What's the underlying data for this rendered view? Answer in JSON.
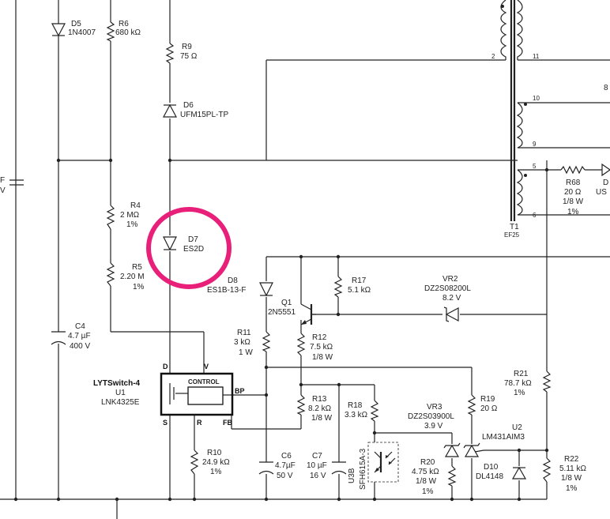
{
  "components": {
    "d5": {
      "ref": "D5",
      "value": "1N4007"
    },
    "r6": {
      "ref": "R6",
      "value": "680 kΩ"
    },
    "r9": {
      "ref": "R9",
      "value": "75 Ω"
    },
    "d6": {
      "ref": "D6",
      "value": "UFM15PL-TP"
    },
    "r4": {
      "ref": "R4",
      "value": "2 MΩ",
      "tol": "1%"
    },
    "r5": {
      "ref": "R5",
      "value": "2.20 M",
      "tol": "1%"
    },
    "d7": {
      "ref": "D7",
      "value": "ES2D"
    },
    "d8": {
      "ref": "D8",
      "value": "ES1B-13-F"
    },
    "r17": {
      "ref": "R17",
      "value": "5.1 kΩ"
    },
    "vr2": {
      "ref": "VR2",
      "value": "DZ2S08200L",
      "volt": "8.2 V"
    },
    "q1": {
      "ref": "Q1",
      "value": "2N5551"
    },
    "r11": {
      "ref": "R11",
      "value": "3 kΩ",
      "power": "1 W"
    },
    "r12": {
      "ref": "R12",
      "value": "7.5 kΩ",
      "power": "1/8 W"
    },
    "c4": {
      "ref": "C4",
      "value": "4.7 µF",
      "volt": "400 V"
    },
    "r21": {
      "ref": "R21",
      "value": "78.7 kΩ",
      "tol": "1%"
    },
    "u1": {
      "name": "LYTSwitch-4",
      "ref": "U1",
      "value": "LNK4325E",
      "block": "CONTROL",
      "pin_d": "D",
      "pin_v": "V",
      "pin_bp": "BP",
      "pin_s": "S",
      "pin_r": "R",
      "pin_fb": "FB"
    },
    "r13": {
      "ref": "R13",
      "value": "8.2 kΩ",
      "power": "1/8 W"
    },
    "r18": {
      "ref": "R18",
      "value": "3.3 kΩ"
    },
    "vr3": {
      "ref": "VR3",
      "value": "DZ2S03900L",
      "volt": "3.9 V"
    },
    "r19": {
      "ref": "R19",
      "value": "20 Ω"
    },
    "u2": {
      "ref": "U2",
      "value": "LM431AIM3"
    },
    "r10": {
      "ref": "R10",
      "value": "24.9 kΩ",
      "tol": "1%"
    },
    "c6": {
      "ref": "C6",
      "value": "4.7µF",
      "volt": "50 V"
    },
    "c7": {
      "ref": "C7",
      "value": "10 µF",
      "volt": "16 V"
    },
    "u3b": {
      "ref": "U3B",
      "value": "SFH615A-3"
    },
    "r20": {
      "ref": "R20",
      "value": "4.75 kΩ",
      "power": "1/8 W",
      "tol": "1%"
    },
    "d10": {
      "ref": "D10",
      "value": "DL4148"
    },
    "r22": {
      "ref": "R22",
      "value": "5.11 kΩ",
      "power": "1/8 W",
      "tol": "1%"
    },
    "r68": {
      "ref": "R68",
      "value": "20 Ω",
      "power": "1/8 W",
      "tol": "1%"
    },
    "d9_partial": {
      "ref": "D",
      "value": "US"
    },
    "t1": {
      "ref": "T1",
      "core": "EF25",
      "pin2": "2",
      "pin11": "11",
      "pin10": "10",
      "pin9": "9",
      "pin5": "5",
      "pin6": "6"
    },
    "edge_b": "8",
    "edge_left_f": "F",
    "edge_left_v": "V"
  },
  "highlight_color": "#e8207a"
}
